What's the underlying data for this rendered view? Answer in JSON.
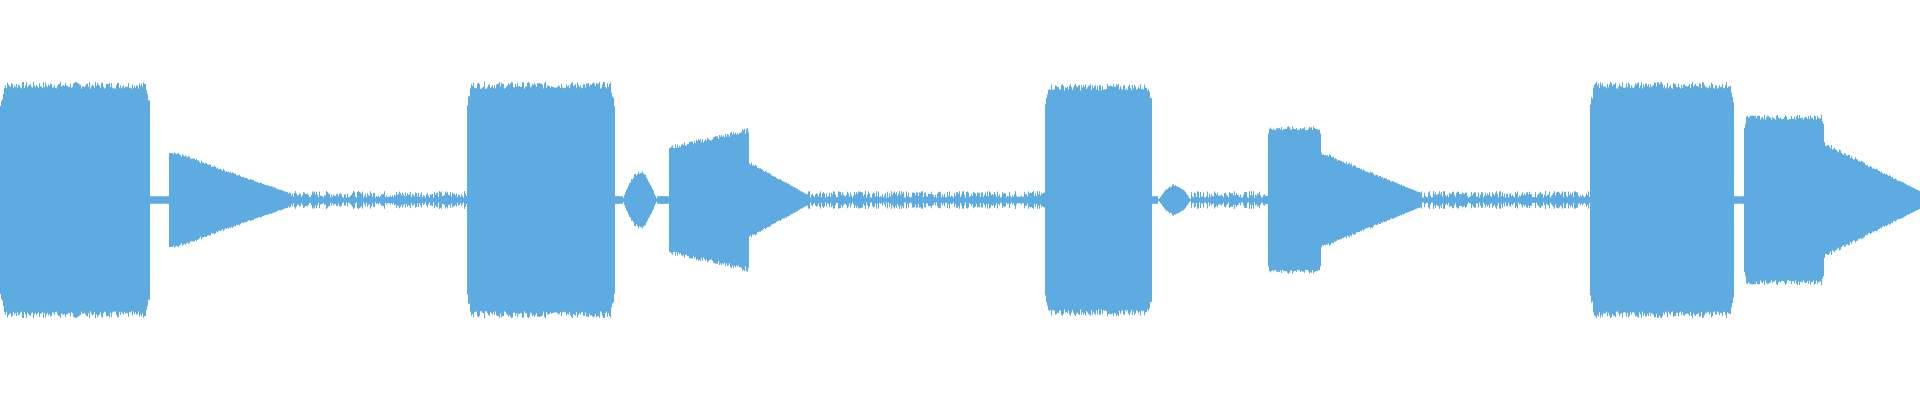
{
  "waveform": {
    "color": "#5dabe0",
    "background": "#ffffff",
    "duration_fraction_segments": [
      {
        "kind": "tone",
        "start": 0.0,
        "end": 0.078,
        "level": 0.61,
        "shape": "block"
      },
      {
        "kind": "gap",
        "start": 0.078,
        "end": 0.088,
        "level": 0.02
      },
      {
        "kind": "tone",
        "start": 0.088,
        "end": 0.15,
        "level": 0.26,
        "shape": "decay"
      },
      {
        "kind": "noise",
        "start": 0.15,
        "end": 0.243,
        "level": 0.03
      },
      {
        "kind": "tone",
        "start": 0.243,
        "end": 0.32,
        "level": 0.61,
        "shape": "block"
      },
      {
        "kind": "tone",
        "start": 0.324,
        "end": 0.342,
        "level": 0.15,
        "shape": "bump"
      },
      {
        "kind": "tone",
        "start": 0.348,
        "end": 0.39,
        "level": 0.37,
        "shape": "rise"
      },
      {
        "kind": "tone",
        "start": 0.39,
        "end": 0.42,
        "level": 0.2,
        "shape": "decay"
      },
      {
        "kind": "noise",
        "start": 0.42,
        "end": 0.544,
        "level": 0.03
      },
      {
        "kind": "tone",
        "start": 0.544,
        "end": 0.6,
        "level": 0.6,
        "shape": "block"
      },
      {
        "kind": "tone",
        "start": 0.603,
        "end": 0.62,
        "level": 0.08,
        "shape": "bump"
      },
      {
        "kind": "noise",
        "start": 0.62,
        "end": 0.66,
        "level": 0.03
      },
      {
        "kind": "tone",
        "start": 0.66,
        "end": 0.688,
        "level": 0.38,
        "shape": "block"
      },
      {
        "kind": "tone",
        "start": 0.688,
        "end": 0.74,
        "level": 0.25,
        "shape": "decay"
      },
      {
        "kind": "noise",
        "start": 0.74,
        "end": 0.828,
        "level": 0.03
      },
      {
        "kind": "tone",
        "start": 0.828,
        "end": 0.903,
        "level": 0.61,
        "shape": "block"
      },
      {
        "kind": "gap",
        "start": 0.903,
        "end": 0.908,
        "level": 0.02
      },
      {
        "kind": "tone",
        "start": 0.908,
        "end": 0.95,
        "level": 0.44,
        "shape": "block"
      },
      {
        "kind": "tone",
        "start": 0.95,
        "end": 1.0,
        "level": 0.3,
        "shape": "decay"
      }
    ]
  }
}
